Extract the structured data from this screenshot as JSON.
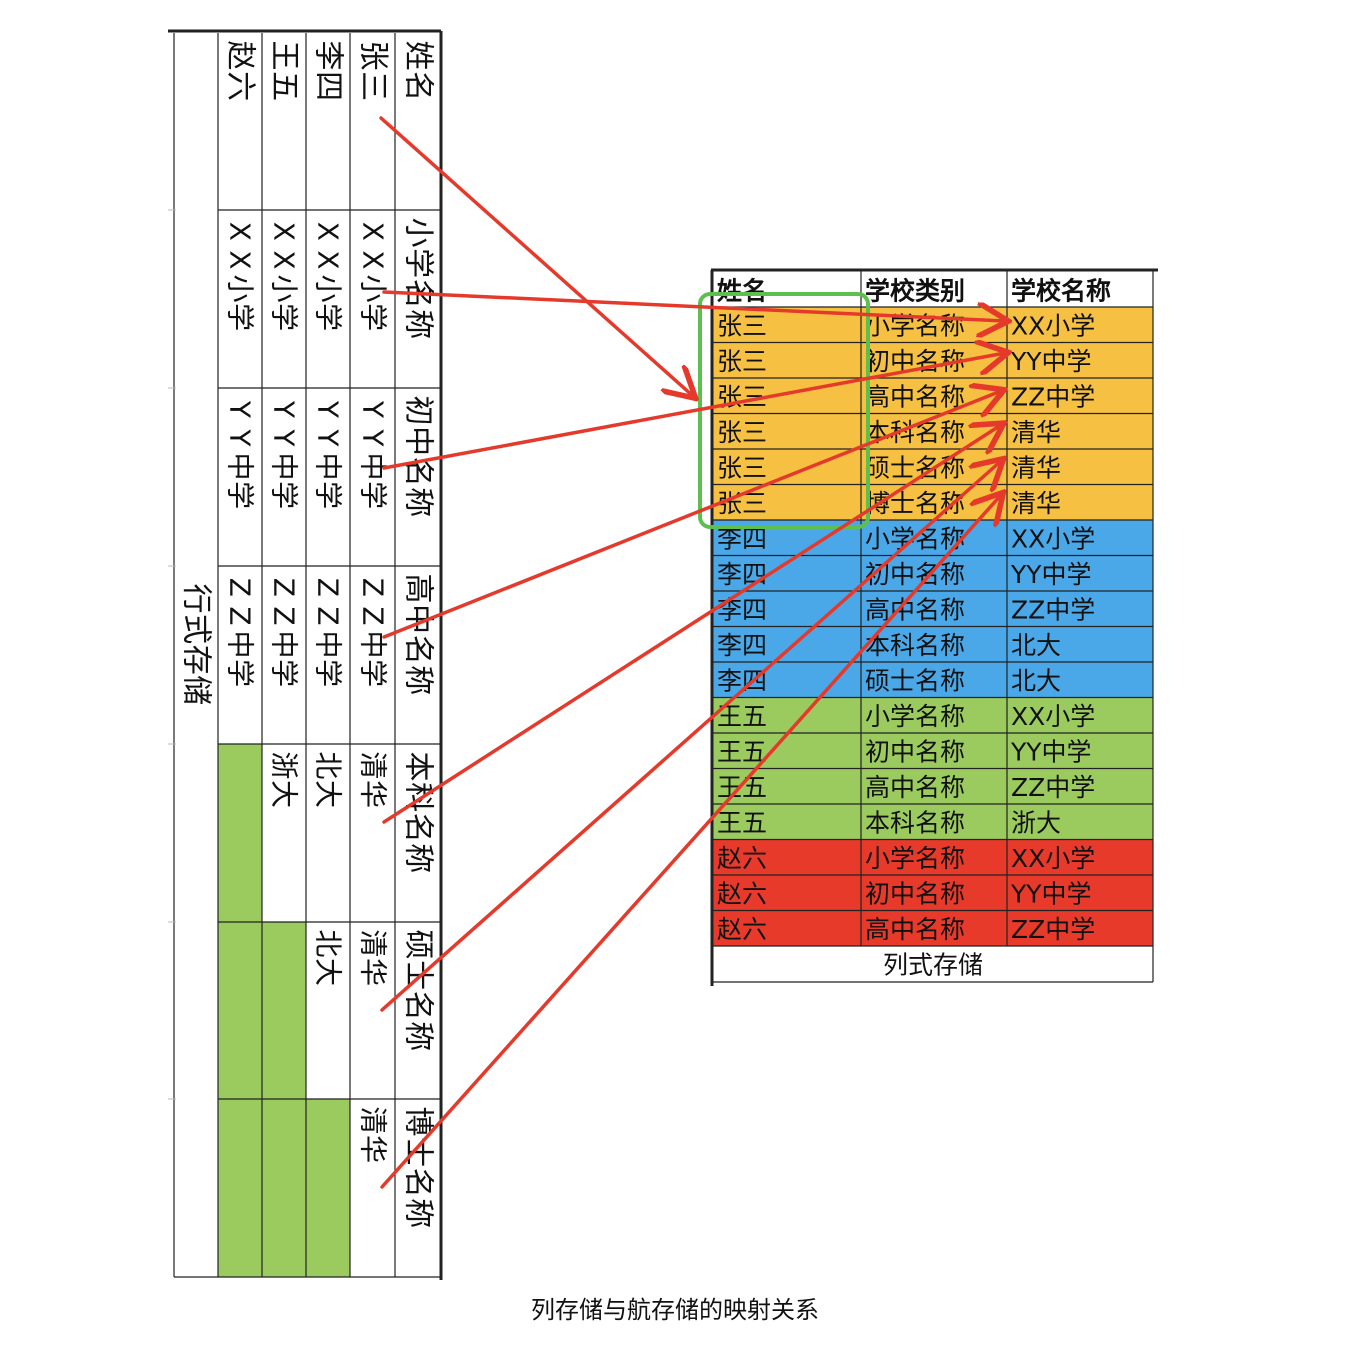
{
  "caption": "列存储与航存储的映射关系",
  "row_store": {
    "label": "行式存储",
    "headers": [
      "姓名",
      "小学名称",
      "初中名称",
      "高中名称",
      "本科名称",
      "硕士名称",
      "博士名称"
    ],
    "records": [
      {
        "name": "张三",
        "values": [
          "XX小学",
          "YY中学",
          "ZZ中学",
          "清华",
          "清华",
          "清华"
        ]
      },
      {
        "name": "李四",
        "values": [
          "XX小学",
          "YY中学",
          "ZZ中学",
          "北大",
          "北大",
          ""
        ]
      },
      {
        "name": "王五",
        "values": [
          "XX小学",
          "YY中学",
          "ZZ中学",
          "浙大",
          "",
          ""
        ]
      },
      {
        "name": "赵六",
        "values": [
          "XX小学",
          "YY中学",
          "ZZ中学",
          "",
          "",
          ""
        ]
      }
    ]
  },
  "column_store": {
    "label": "列式存储",
    "headers": [
      "姓名",
      "学校类别",
      "学校名称"
    ],
    "rows": [
      [
        "张三",
        "小学名称",
        "XX小学"
      ],
      [
        "张三",
        "初中名称",
        "YY中学"
      ],
      [
        "张三",
        "高中名称",
        "ZZ中学"
      ],
      [
        "张三",
        "本科名称",
        "清华"
      ],
      [
        "张三",
        "硕士名称",
        "清华"
      ],
      [
        "张三",
        "博士名称",
        "清华"
      ],
      [
        "李四",
        "小学名称",
        "XX小学"
      ],
      [
        "李四",
        "初中名称",
        "YY中学"
      ],
      [
        "李四",
        "高中名称",
        "ZZ中学"
      ],
      [
        "李四",
        "本科名称",
        "北大"
      ],
      [
        "李四",
        "硕士名称",
        "北大"
      ],
      [
        "王五",
        "小学名称",
        "XX小学"
      ],
      [
        "王五",
        "初中名称",
        "YY中学"
      ],
      [
        "王五",
        "高中名称",
        "ZZ中学"
      ],
      [
        "王五",
        "本科名称",
        "浙大"
      ],
      [
        "赵六",
        "小学名称",
        "XX小学"
      ],
      [
        "赵六",
        "初中名称",
        "YY中学"
      ],
      [
        "赵六",
        "高中名称",
        "ZZ中学"
      ]
    ]
  },
  "colors": {
    "张三": "#F6C142",
    "李四": "#4AA8E8",
    "王五": "#9BCB5F",
    "赵六": "#E83A2A",
    "empty_cell": "#9BCB5F",
    "arrow": "#E53A2B",
    "highlight_box": "#5DC04E"
  }
}
